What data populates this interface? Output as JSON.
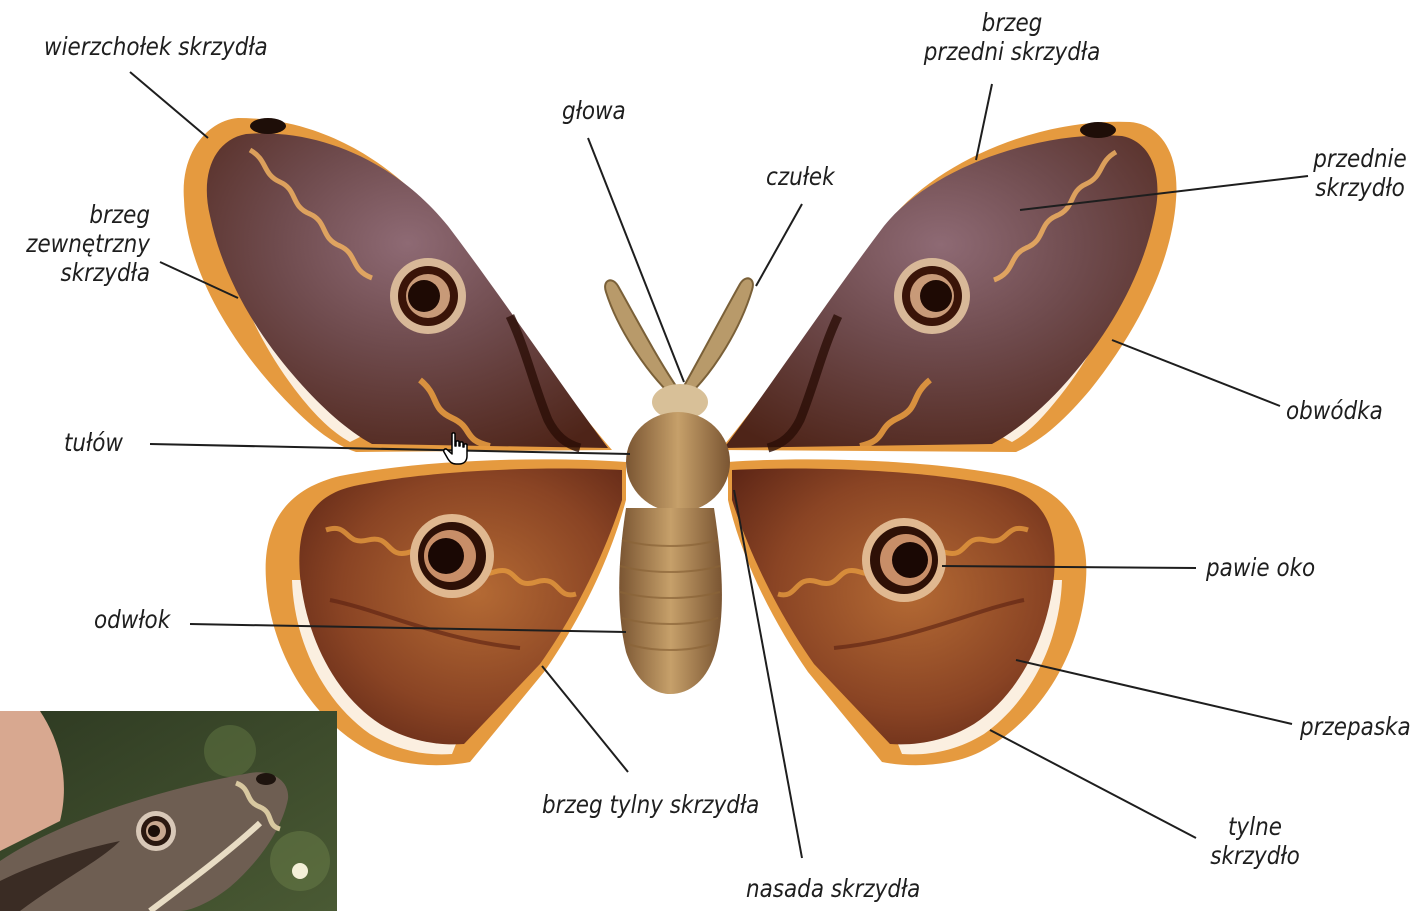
{
  "labels": {
    "apex": "wierzchołek skrzydła",
    "front_edge_1": "brzeg",
    "front_edge_2": "przedni skrzydła",
    "head": "głowa",
    "antenna": "czułek",
    "forewing_1": "przednie",
    "forewing_2": "skrzydło",
    "outer_edge_1": "brzeg",
    "outer_edge_2": "zewnętrzny",
    "outer_edge_3": "skrzydła",
    "border": "obwódka",
    "thorax": "tułów",
    "eyespot": "pawie oko",
    "abdomen": "odwłok",
    "band": "przepaska",
    "rear_edge": "brzeg tylny skrzydła",
    "wing_base": "nasada skrzydła",
    "hindwing_1": "tylne",
    "hindwing_2": "skrzydło"
  },
  "colors": {
    "forewing_dark": "#5a2a1c",
    "forewing_mottle": "#8a6470",
    "hindwing": "#a2562c",
    "hindwing_dark": "#6e2d1c",
    "margin_orange": "#e59a3f",
    "margin_cream": "#fbefe0",
    "body": "#a07a4a",
    "leader_line": "#1e1e1e"
  },
  "icons": {
    "cursor": "hand-pointer-icon"
  }
}
